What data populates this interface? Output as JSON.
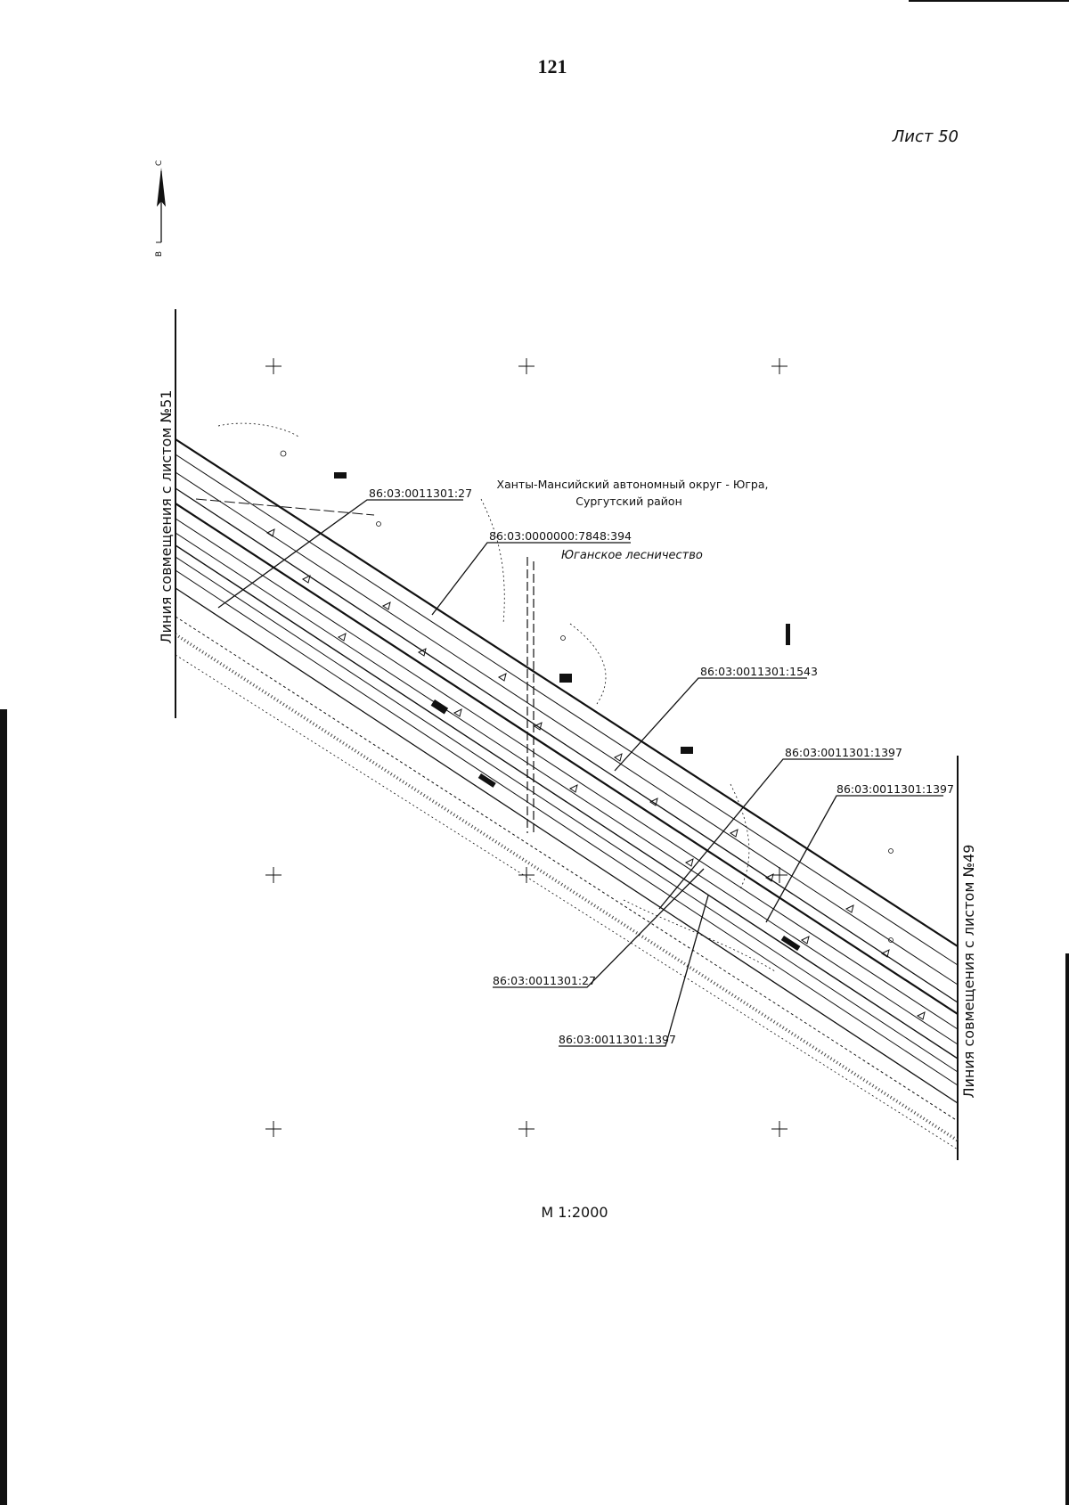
{
  "page": {
    "number": "121",
    "sheet_label": "Лист 50",
    "scale": "М 1:2000"
  },
  "map": {
    "north_arrow": {
      "icon": "north-arrow-icon",
      "label_top": "С",
      "label_bottom": "В"
    },
    "match_line_left": "Линия совмещения с листом №51",
    "match_line_right": "Линия совмещения с листом №49",
    "region_label_line1": "Ханты-Мансийский автономный округ - Югра,",
    "region_label_line2": "Сургутский район",
    "forestry_label": "Юганское лесничество",
    "parcel_labels": [
      "86:03:0011301:27",
      "86:03:0000000:7848:394",
      "86:03:0011301:1543",
      "86:03:0011301:1397",
      "86:03:0011301:1397",
      "86:03:0011301:27",
      "86:03:0011301:1397"
    ]
  }
}
